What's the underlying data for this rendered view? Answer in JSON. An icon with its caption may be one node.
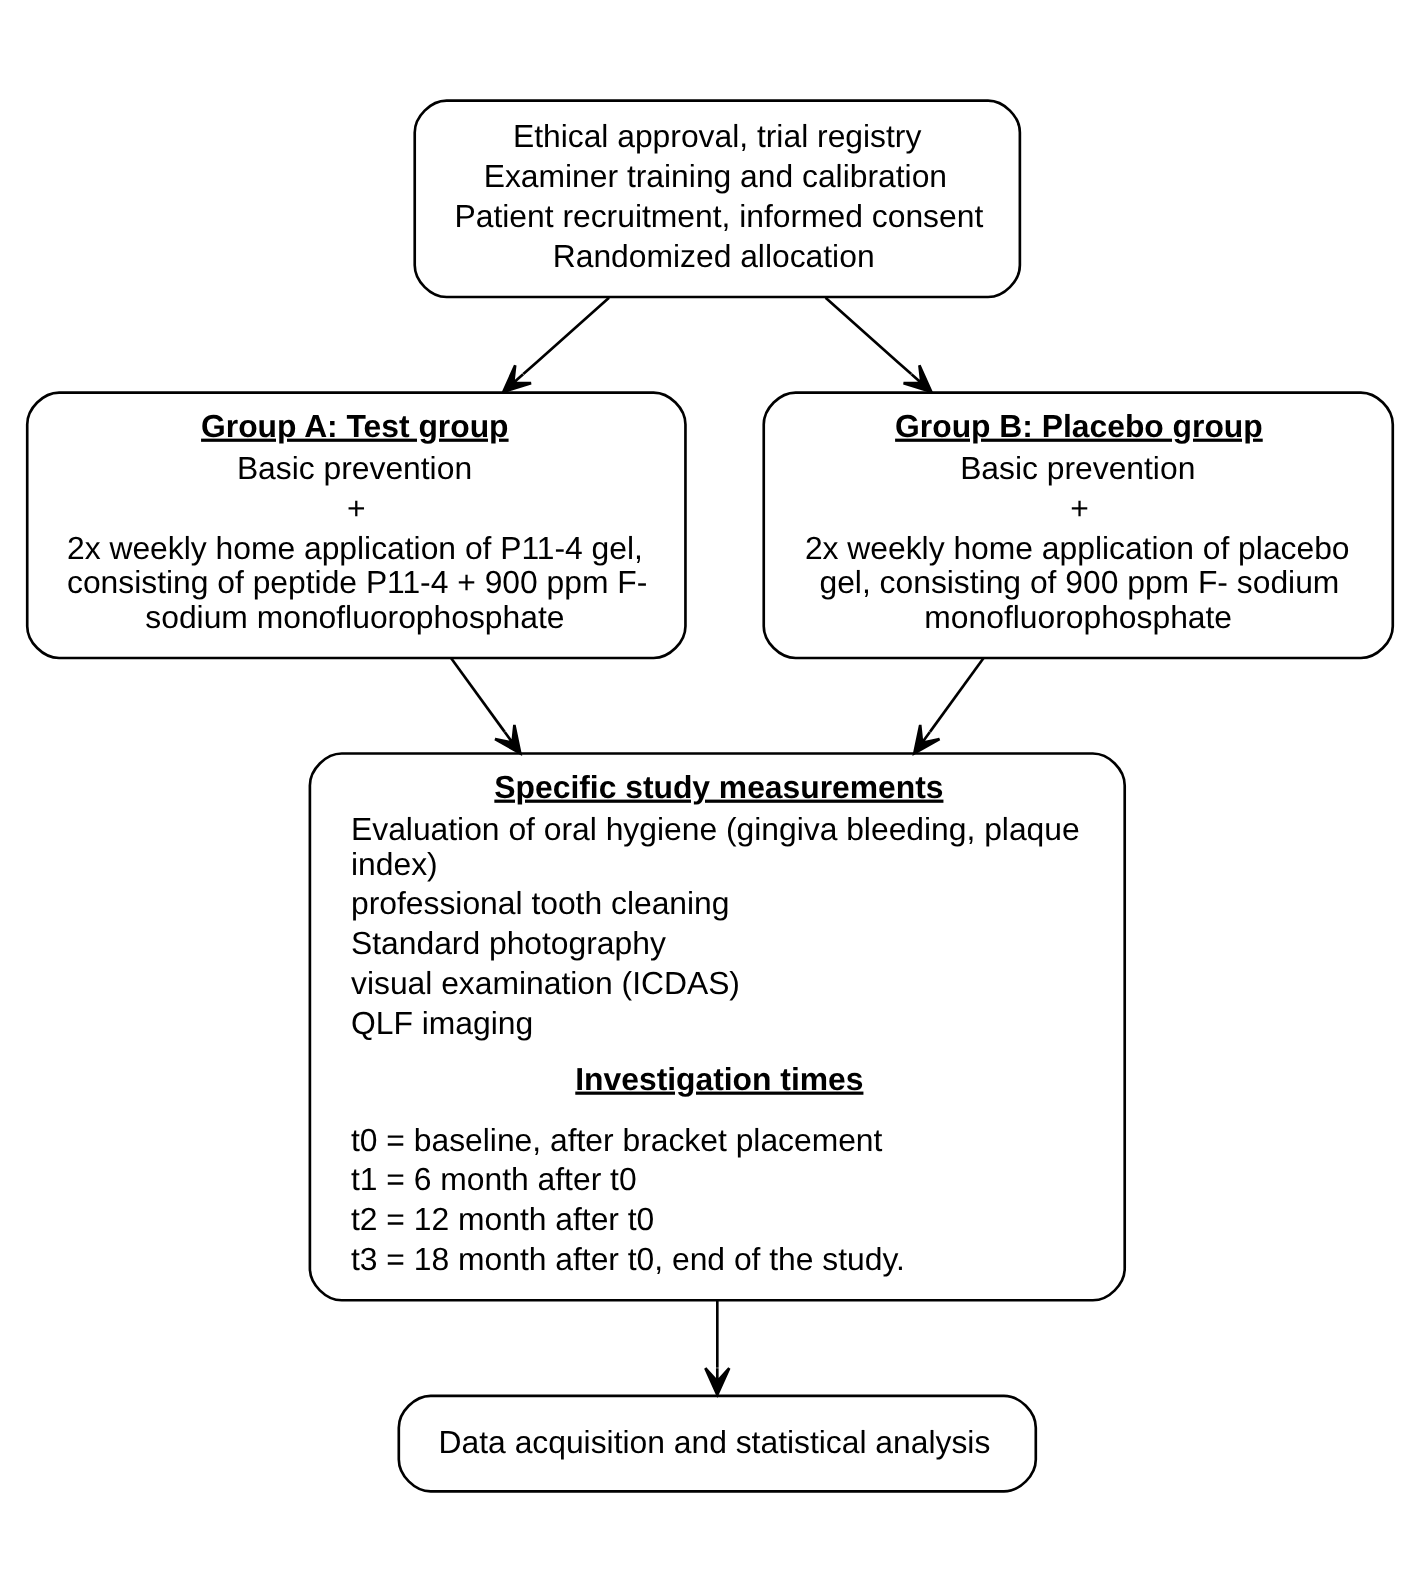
{
  "diagram": {
    "nodes": [
      {
        "text": [
          "Ethical approval, trial registry",
          "Examiner training and calibration",
          "Patient recruitment, informed consent",
          "Randomized allocation"
        ]
      },
      {
        "text": [
          "Group A: Test group",
          "Basic prevention",
          "+",
          "2x weekly home application of P11-4 gel, consisting of peptide P11-4 + 900 ppm F- sodium monofluorophosphate"
        ]
      },
      {
        "text": [
          "Group B: Placebo group",
          "Basic prevention",
          "+",
          "2x weekly home application of placebo gel, consisting of 900 ppm F- sodium monofluorophosphate"
        ]
      },
      {
        "text": [
          "Specific study measurements",
          "Evaluation of oral hygiene (gingiva bleeding, plaque index)",
          "professional tooth cleaning",
          "Standard photography",
          "visual examination (ICDAS)",
          "QLF imaging",
          "Investigation times",
          "t0 = baseline, after bracket placement",
          "t1 = 6 month after t0",
          "t2 = 12 month after t0",
          "t3 = 18 month after t0, end of the study."
        ]
      },
      {
        "text": [
          "Data acquisition and statistical analysis"
        ]
      }
    ],
    "edges": [
      {
        "from": 0,
        "to": 1,
        "arrow": "to"
      },
      {
        "from": 0,
        "to": 2,
        "arrow": "to"
      },
      {
        "from": 1,
        "to": 3,
        "arrow": "to"
      },
      {
        "from": 2,
        "to": 3,
        "arrow": "to"
      },
      {
        "from": 3,
        "to": 4,
        "arrow": "to"
      }
    ]
  }
}
